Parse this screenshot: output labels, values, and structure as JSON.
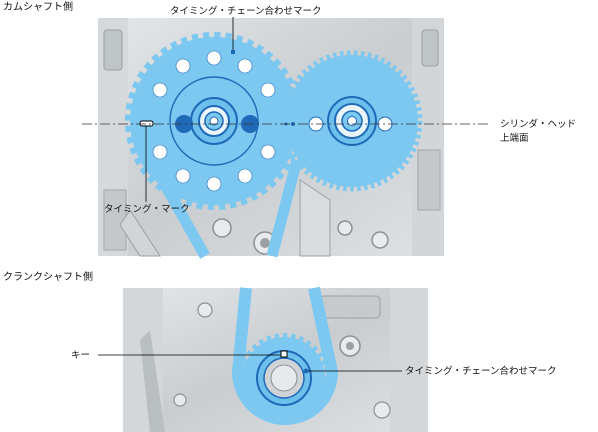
{
  "sections": {
    "camshaft_title": "カムシャフト側",
    "crankshaft_title": "クランクシャフト側"
  },
  "labels": {
    "cam_chain_mark": "タイミング・チェーン合わせマーク",
    "cam_timing_mark": "タイミング・マーク",
    "head_line_1": "シリンダ・ヘッド",
    "head_line_2": "上端面",
    "crank_key": "キー",
    "crank_chain_mark": "タイミング・チェーン合わせマーク"
  },
  "colors": {
    "sprocket_blue": "#7cc8f0",
    "sprocket_dark": "#1e69b8",
    "engine_gray": "#cfd3d6",
    "engine_dark": "#8a9094"
  }
}
